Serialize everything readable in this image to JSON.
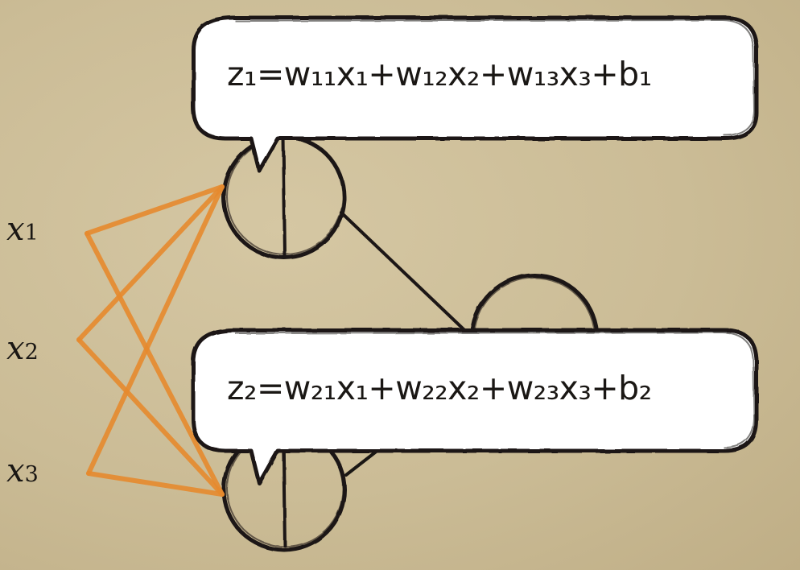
{
  "inputs": [
    {
      "symbol": "x",
      "sub": "1"
    },
    {
      "symbol": "x",
      "sub": "2"
    },
    {
      "symbol": "x",
      "sub": "3"
    }
  ],
  "equations": {
    "z1": "z₁=w₁₁x₁+w₁₂x₂+w₁₃x₃+b₁",
    "z2": "z₂=w₂₁x₁+w₂₂x₂+w₂₃x₃+b₂"
  },
  "colors": {
    "background": "#cbbb95",
    "edge": "#e58a2e",
    "ink": "#1a1714",
    "bubble": "#ffffff"
  }
}
